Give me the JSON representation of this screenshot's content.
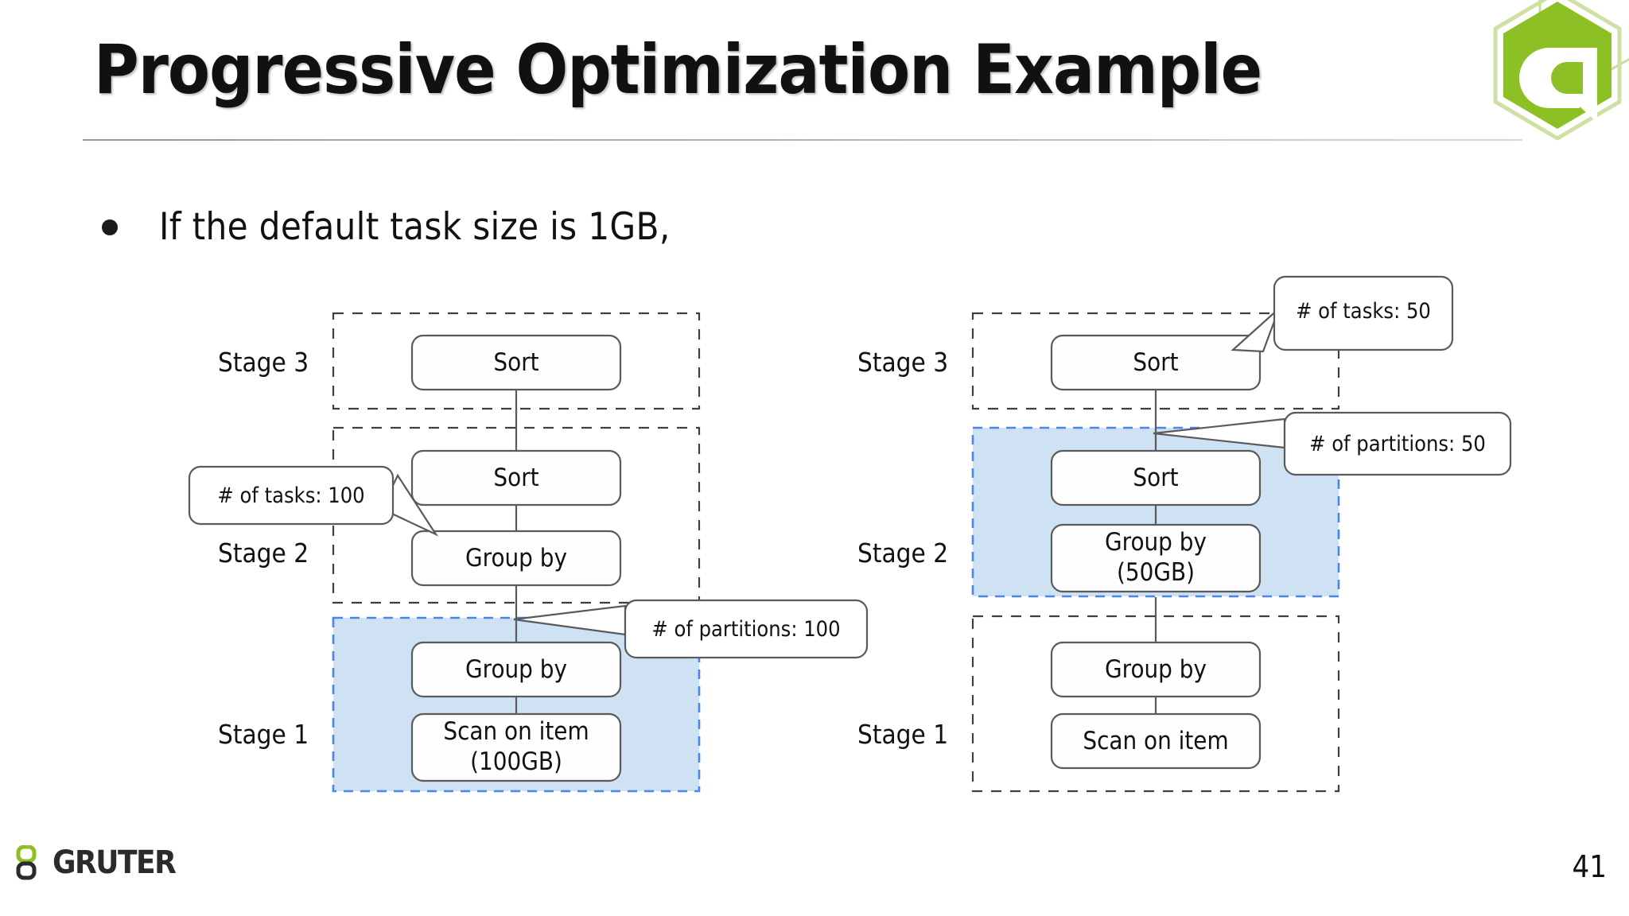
{
  "slide": {
    "title": "Progressive Optimization Example",
    "page_number": "41",
    "bullets": [
      {
        "text": "If the default task size is 1GB,"
      }
    ]
  },
  "brand": {
    "header_logo_name": "gruter-hexagon-logo",
    "footer_logo_text": "GRUTER",
    "footer_logo_mark_name": "gruter-g-mark",
    "green": "#8cc024",
    "green_light": "#a4cf4a",
    "dark": "#2b2b2b"
  },
  "colors": {
    "highlight_fill": "#cfe2f3",
    "highlight_stroke": "#4a86e8",
    "stage_stroke": "#3f3f3f",
    "node_stroke": "#5a5a5a",
    "node_fill": "#fefefe"
  },
  "diagrams": [
    {
      "id": "before",
      "name": "plan-before-optimization",
      "stages": [
        {
          "label": "Stage 3",
          "highlighted": false,
          "nodes": [
            {
              "label": "Sort"
            }
          ]
        },
        {
          "label": "Stage 2",
          "highlighted": false,
          "nodes": [
            {
              "label": "Sort"
            },
            {
              "label": "Group by"
            }
          ]
        },
        {
          "label": "Stage 1",
          "highlighted": true,
          "nodes": [
            {
              "label": "Group by"
            },
            {
              "label": "Scan on item",
              "label2": "(100GB)"
            }
          ]
        }
      ],
      "callouts": [
        {
          "name": "callout-tasks-100",
          "text": "# of tasks: 100"
        },
        {
          "name": "callout-partitions-100",
          "text": "# of partitions: 100"
        }
      ]
    },
    {
      "id": "after",
      "name": "plan-after-optimization",
      "stages": [
        {
          "label": "Stage 3",
          "highlighted": false,
          "nodes": [
            {
              "label": "Sort"
            }
          ]
        },
        {
          "label": "Stage 2",
          "highlighted": true,
          "nodes": [
            {
              "label": "Sort"
            },
            {
              "label": "Group by",
              "label2": "(50GB)"
            }
          ]
        },
        {
          "label": "Stage 1",
          "highlighted": false,
          "nodes": [
            {
              "label": "Group by"
            },
            {
              "label": "Scan on item"
            }
          ]
        }
      ],
      "callouts": [
        {
          "name": "callout-tasks-50",
          "text": "# of tasks: 50"
        },
        {
          "name": "callout-partitions-50",
          "text": "# of partitions: 50"
        }
      ]
    }
  ],
  "labels": {
    "d0_stage3": "Stage 3",
    "d0_stage2": "Stage 2",
    "d0_stage1": "Stage 1",
    "d0_n_sort3": "Sort",
    "d0_n_sort2": "Sort",
    "d0_n_group2": "Group by",
    "d0_n_group1": "Group by",
    "d0_n_scan1a": "Scan on item",
    "d0_n_scan1b": "(100GB)",
    "d0_c_tasks": "# of tasks: 100",
    "d0_c_parts": "# of partitions: 100",
    "d1_stage3": "Stage 3",
    "d1_stage2": "Stage 2",
    "d1_stage1": "Stage 1",
    "d1_n_sort3": "Sort",
    "d1_n_sort2": "Sort",
    "d1_n_group2a": "Group by",
    "d1_n_group2b": "(50GB)",
    "d1_n_group1": "Group by",
    "d1_n_scan1": "Scan on item",
    "d1_c_tasks": "# of tasks: 50",
    "d1_c_parts": "# of partitions: 50"
  }
}
